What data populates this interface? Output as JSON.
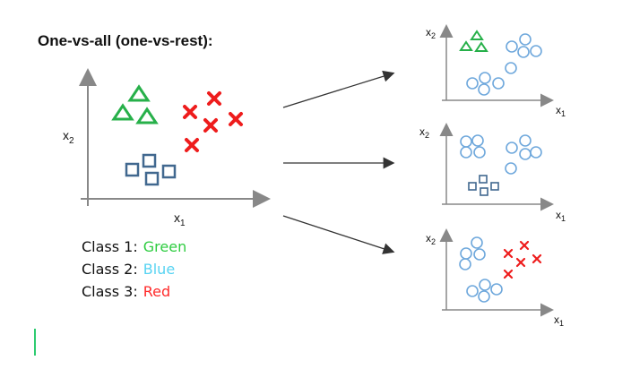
{
  "title": "One-vs-all (one-vs-rest):",
  "axis_labels": {
    "x": "x",
    "x_sub": "1",
    "y": "x",
    "y_sub": "2"
  },
  "legend": [
    {
      "label": "Class 1:",
      "value": "Green",
      "color": "#2ecc40"
    },
    {
      "label": "Class 2:",
      "value": "Blue",
      "color": "#57d3f2"
    },
    {
      "label": "Class 3:",
      "value": "Red",
      "color": "#ff2a2a"
    }
  ],
  "colors": {
    "green": "#27b04a",
    "blue_dark": "#41688f",
    "red": "#ee1c1c",
    "light_blue": "#6fa8dc",
    "axis": "#888888",
    "accent_bar": "#2ecc71"
  }
}
